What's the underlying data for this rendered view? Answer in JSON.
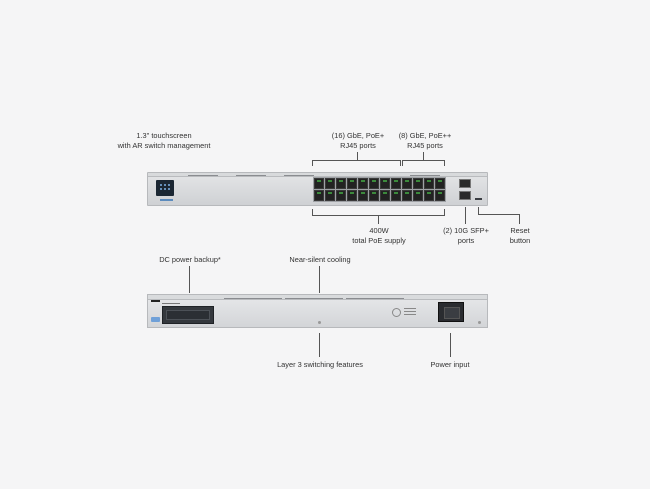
{
  "front_labels": {
    "touchscreen_line1": "1.3\" touchscreen",
    "touchscreen_line2": "with AR switch management",
    "gbe_poe_line1": "(16) GbE, PoE+",
    "gbe_poe_line2": "RJ45 ports",
    "gbe_poepp_line1": "(8) GbE, PoE++",
    "gbe_poepp_line2": "RJ45 ports",
    "poe_budget_line1": "400W",
    "poe_budget_line2": "total PoE supply",
    "sfp_line1": "(2) 10G SFP+",
    "sfp_line2": "ports",
    "reset_line1": "Reset",
    "reset_line2": "button"
  },
  "back_labels": {
    "dc_backup": "DC power backup*",
    "cooling": "Near-silent cooling",
    "layer3": "Layer 3 switching features",
    "power_input": "Power input"
  },
  "switch": {
    "rj45_port_count": 24,
    "sfp_port_count": 2
  }
}
